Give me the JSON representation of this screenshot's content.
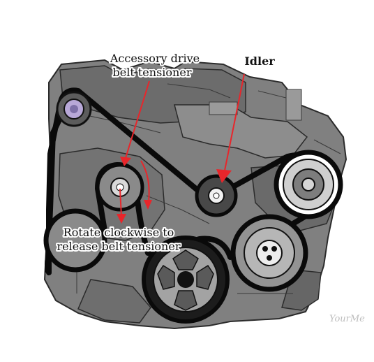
{
  "labels": {
    "tensioner_line1": "Accessory drive",
    "tensioner_line2": "belt tensioner",
    "idler": "Idler",
    "rotate_line1": "Rotate clockwise to",
    "rotate_line2": "release belt tensioner"
  },
  "watermark": "YourMe",
  "colors": {
    "engine": "#7a7a7a",
    "engine_dark": "#4f4f4f",
    "belt": "#0a0a0a",
    "arrow": "#e8262b",
    "label_halo": "#ffffff"
  },
  "icons": {
    "arrow": "red-arrow-icon",
    "rotate": "clockwise-arrow-icon"
  }
}
